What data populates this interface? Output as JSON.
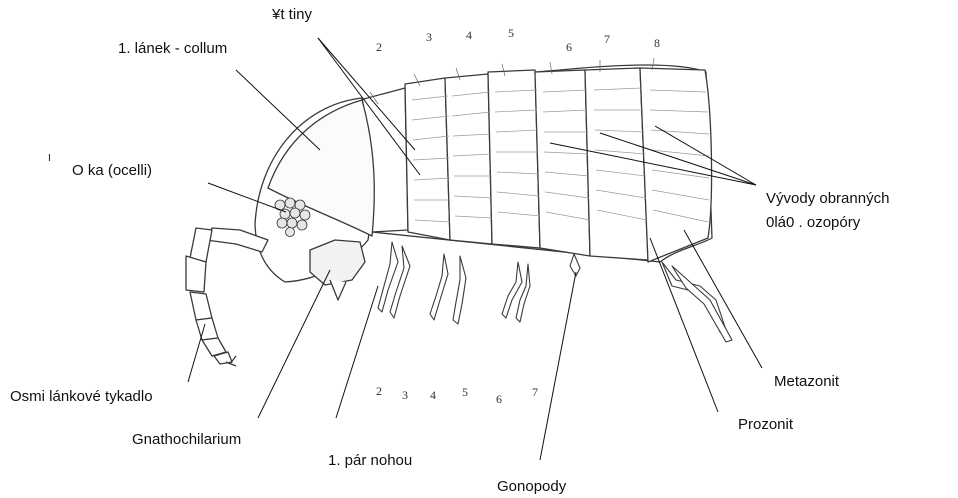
{
  "colors": {
    "ink": "#111111",
    "outline": "#3a3a3a",
    "shade": "#bdbdbd",
    "background": "#ffffff"
  },
  "labels": {
    "spines": "¥t tiny",
    "collum": "1.  lánek - collum",
    "eyes_mark": "I",
    "eyes": "O ka (ocelli)",
    "antenna": "Osmi lánkové tykadlo",
    "gnathochilarium": "Gnathochilarium",
    "first_legs": "1. pár nohou",
    "gonopody": "Gonopody",
    "prozonit": "Prozonit",
    "metazonit": "Metazonit",
    "glands_line1": "Vývody obranných",
    "glands_line2": "0lá0 . ozopóry"
  },
  "segment_numbers": [
    "2",
    "3",
    "4",
    "5",
    "6",
    "7",
    "8"
  ],
  "leg_numbers": [
    "2",
    "3",
    "4",
    "5",
    "6",
    "7"
  ]
}
